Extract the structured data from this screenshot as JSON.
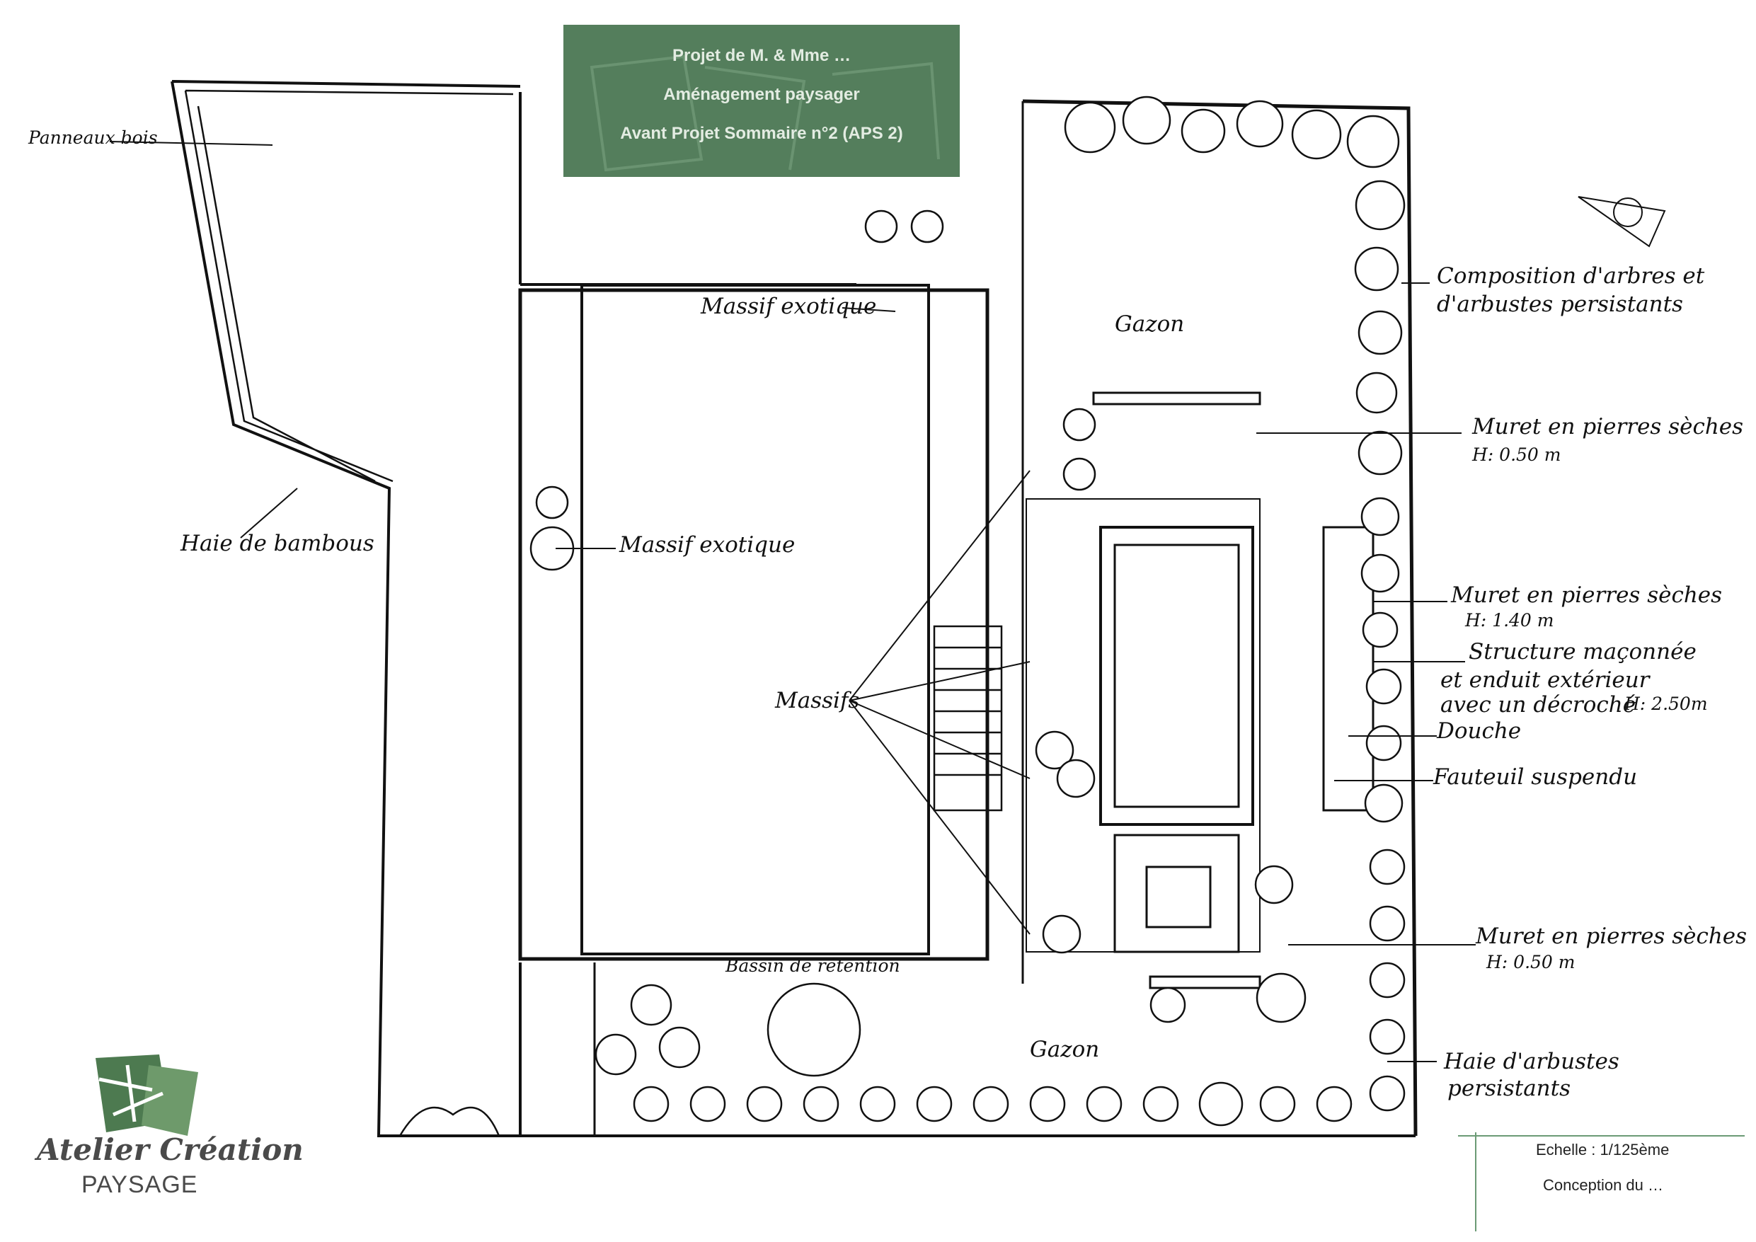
{
  "title_block": {
    "line1": "Projet de  M. & Mme …",
    "line2": "Aménagement paysager",
    "line3": "Avant Projet Sommaire n°2 (APS 2)"
  },
  "labels": {
    "panneaux_bois": "Panneaux bois",
    "haie_bambous": "Haie de bambous",
    "massif_exotique_top": "Massif exotique",
    "massif_exotique_left": "Massif exotique",
    "massifs": "Massifs",
    "gazon_top": "Gazon",
    "gazon_bottom": "Gazon",
    "bassin_retention": "Bassin de rétention",
    "composition_line1": "Composition d'arbres et",
    "composition_line2": "d'arbustes persistants",
    "muret_050_top_line1": "Muret en pierres sèches",
    "muret_050_top_line2": "H: 0.50 m",
    "muret_140_line1": "Muret en pierres sèches",
    "muret_140_line2": "H: 1.40 m",
    "structure_line1": "Structure maçonnée",
    "structure_line2": "et enduit extérieur",
    "structure_line3": "avec un décroché",
    "structure_height": "H: 2.50m",
    "douche": "Douche",
    "fauteuil": "Fauteuil suspendu",
    "muret_050_bottom_line1": "Muret en pierres sèches",
    "muret_050_bottom_line2": "H: 0.50 m",
    "haie_arbustes_line1": "Haie d'arbustes",
    "haie_arbustes_line2": "persistants"
  },
  "logo": {
    "name": "Atelier Création",
    "sub": "PAYSAGE"
  },
  "cartouche": {
    "echelle": "Echelle : 1/125ème",
    "conception": "Conception du …"
  },
  "colors": {
    "title_bg": "#547e5c",
    "title_text": "#e3ece2",
    "logo_green_dark": "#4d7a50",
    "logo_green_light": "#6e9a6b",
    "ink": "#111111"
  }
}
